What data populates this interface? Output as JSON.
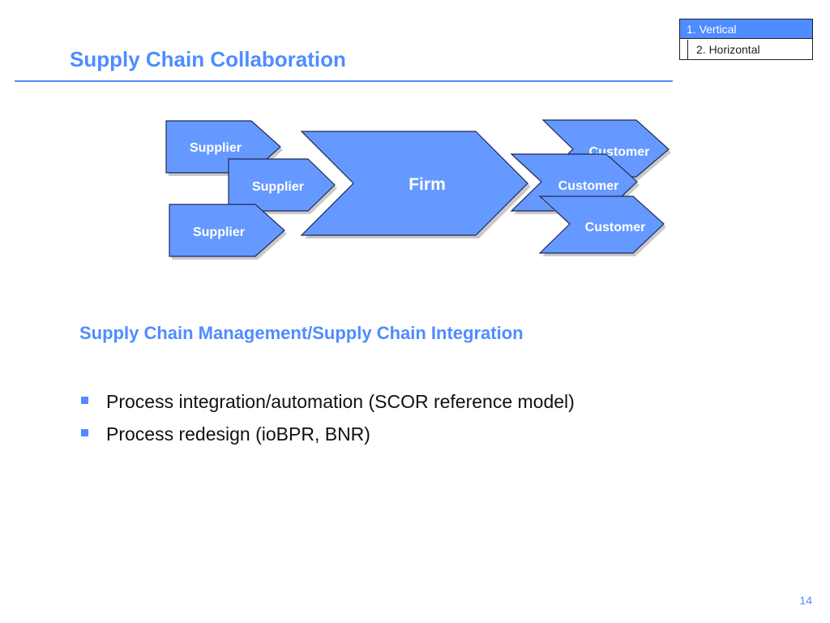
{
  "nav": {
    "items": [
      {
        "label": "1. Vertical",
        "active": true
      },
      {
        "label": "2. Horizontal",
        "active": false
      }
    ]
  },
  "header": {
    "title": "Supply Chain Collaboration"
  },
  "diagram": {
    "suppliers": [
      "Supplier",
      "Supplier",
      "Supplier"
    ],
    "firm": "Firm",
    "customers": [
      "Customer",
      "Customer",
      "Customer"
    ]
  },
  "section": {
    "heading": "Supply Chain Management/Supply Chain Integration",
    "bullets": [
      "Process integration/automation (SCOR reference model)",
      "Process redesign (ioBPR, BNR)"
    ]
  },
  "footer": {
    "page_number": "14"
  },
  "colors": {
    "accent": "#4f8cff",
    "shape_fill": "#6699ff",
    "shape_outline": "#1e2a55"
  }
}
